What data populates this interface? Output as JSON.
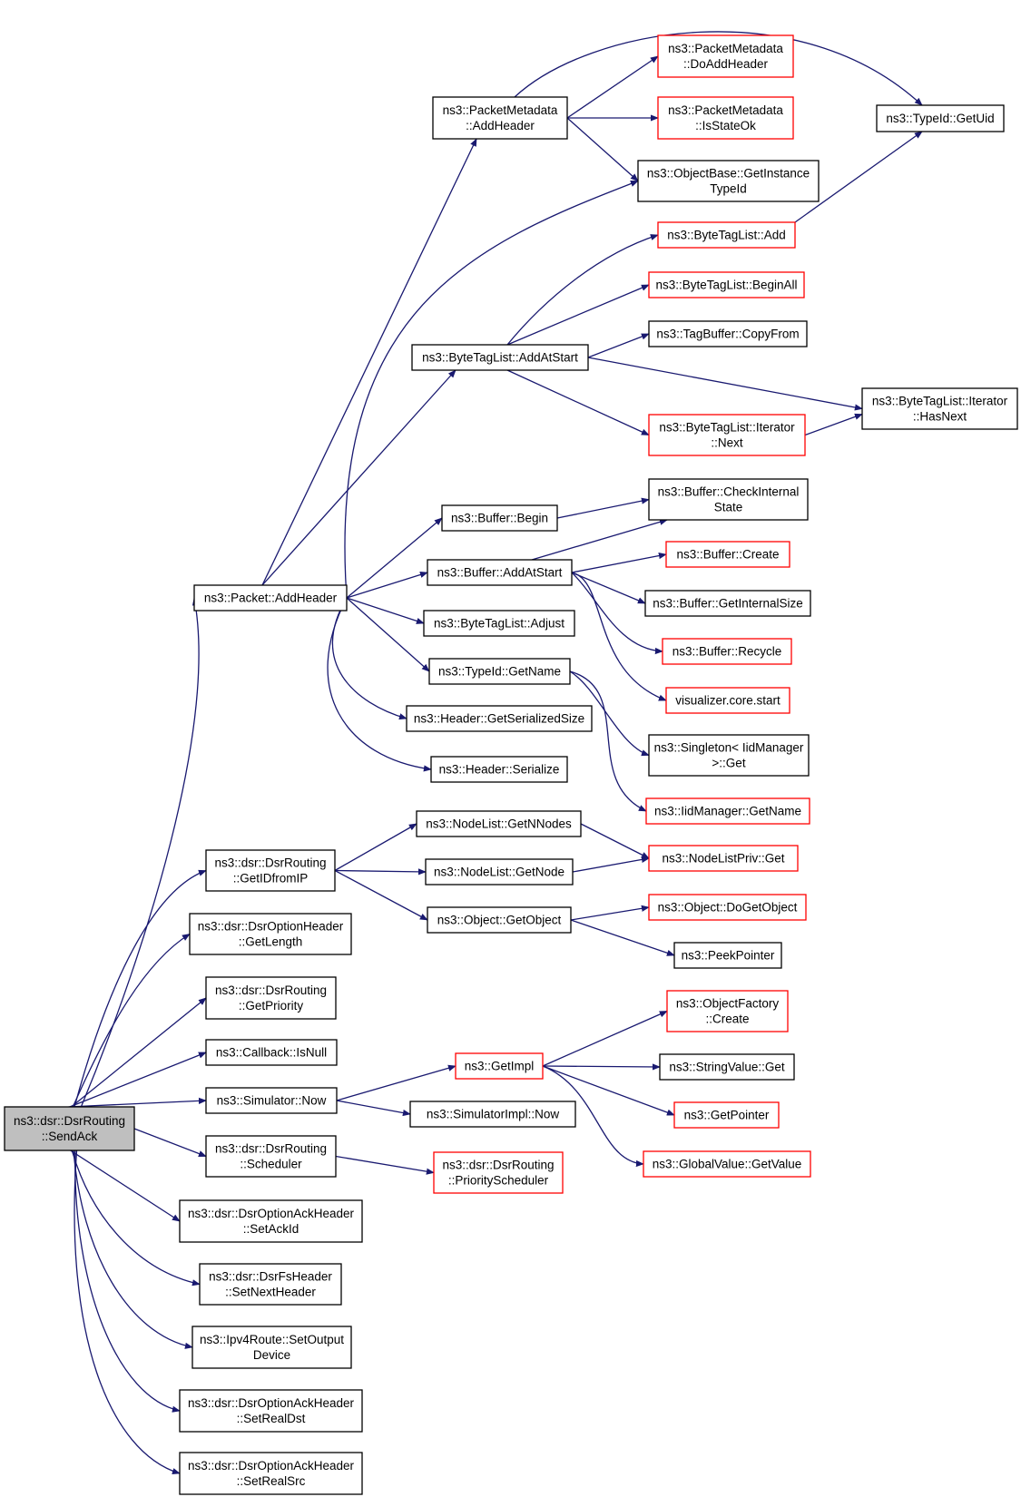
{
  "colors": {
    "edge": "#191970",
    "normal_border": "#000000",
    "truncated_border": "#ff0000",
    "root_fill": "#bfbfbf",
    "node_fill": "#ffffff",
    "text": "#000000"
  },
  "nodes": [
    {
      "id": "send-ack",
      "lines": [
        "ns3::dsr::DsrRouting",
        "::SendAck"
      ],
      "kind": "root"
    },
    {
      "id": "packet-add-header",
      "lines": [
        "ns3::Packet::AddHeader"
      ],
      "kind": "normal"
    },
    {
      "id": "getid-from-ip",
      "lines": [
        "ns3::dsr::DsrRouting",
        "::GetIDfromIP"
      ],
      "kind": "normal"
    },
    {
      "id": "option-header-getlength",
      "lines": [
        "ns3::dsr::DsrOptionHeader",
        "::GetLength"
      ],
      "kind": "normal"
    },
    {
      "id": "dsr-get-priority",
      "lines": [
        "ns3::dsr::DsrRouting",
        "::GetPriority"
      ],
      "kind": "normal"
    },
    {
      "id": "callback-isnull",
      "lines": [
        "ns3::Callback::IsNull"
      ],
      "kind": "normal"
    },
    {
      "id": "simulator-now",
      "lines": [
        "ns3::Simulator::Now"
      ],
      "kind": "normal"
    },
    {
      "id": "dsr-scheduler",
      "lines": [
        "ns3::dsr::DsrRouting",
        "::Scheduler"
      ],
      "kind": "normal"
    },
    {
      "id": "set-ack-id",
      "lines": [
        "ns3::dsr::DsrOptionAckHeader",
        "::SetAckId"
      ],
      "kind": "normal"
    },
    {
      "id": "set-next-header",
      "lines": [
        "ns3::dsr::DsrFsHeader",
        "::SetNextHeader"
      ],
      "kind": "normal"
    },
    {
      "id": "set-output-device",
      "lines": [
        "ns3::Ipv4Route::SetOutput",
        "Device"
      ],
      "kind": "normal"
    },
    {
      "id": "set-real-dst",
      "lines": [
        "ns3::dsr::DsrOptionAckHeader",
        "::SetRealDst"
      ],
      "kind": "normal"
    },
    {
      "id": "set-real-src",
      "lines": [
        "ns3::dsr::DsrOptionAckHeader",
        "::SetRealSrc"
      ],
      "kind": "normal"
    },
    {
      "id": "packetmetadata-addheader",
      "lines": [
        "ns3::PacketMetadata",
        "::AddHeader"
      ],
      "kind": "normal"
    },
    {
      "id": "packetmetadata-doaddheader",
      "lines": [
        "ns3::PacketMetadata",
        "::DoAddHeader"
      ],
      "kind": "truncated"
    },
    {
      "id": "packetmetadata-isstateok",
      "lines": [
        "ns3::PacketMetadata",
        "::IsStateOk"
      ],
      "kind": "truncated"
    },
    {
      "id": "typeid-getuid",
      "lines": [
        "ns3::TypeId::GetUid"
      ],
      "kind": "normal"
    },
    {
      "id": "objectbase-getinstancetypeid",
      "lines": [
        "ns3::ObjectBase::GetInstance",
        "TypeId"
      ],
      "kind": "normal"
    },
    {
      "id": "bytetaglist-add",
      "lines": [
        "ns3::ByteTagList::Add"
      ],
      "kind": "truncated"
    },
    {
      "id": "bytetaglist-beginall",
      "lines": [
        "ns3::ByteTagList::BeginAll"
      ],
      "kind": "truncated"
    },
    {
      "id": "tagbuffer-copyfrom",
      "lines": [
        "ns3::TagBuffer::CopyFrom"
      ],
      "kind": "normal"
    },
    {
      "id": "bytetaglist-addatstart",
      "lines": [
        "ns3::ByteTagList::AddAtStart"
      ],
      "kind": "normal"
    },
    {
      "id": "iterator-hasnext",
      "lines": [
        "ns3::ByteTagList::Iterator",
        "::HasNext"
      ],
      "kind": "normal"
    },
    {
      "id": "iterator-next",
      "lines": [
        "ns3::ByteTagList::Iterator",
        "::Next"
      ],
      "kind": "truncated"
    },
    {
      "id": "buffer-begin",
      "lines": [
        "ns3::Buffer::Begin"
      ],
      "kind": "normal"
    },
    {
      "id": "buffer-checkinternalstate",
      "lines": [
        "ns3::Buffer::CheckInternal",
        "State"
      ],
      "kind": "normal"
    },
    {
      "id": "buffer-create",
      "lines": [
        "ns3::Buffer::Create"
      ],
      "kind": "truncated"
    },
    {
      "id": "buffer-addatstart",
      "lines": [
        "ns3::Buffer::AddAtStart"
      ],
      "kind": "normal"
    },
    {
      "id": "buffer-getinternalsize",
      "lines": [
        "ns3::Buffer::GetInternalSize"
      ],
      "kind": "normal"
    },
    {
      "id": "bytetaglist-adjust",
      "lines": [
        "ns3::ByteTagList::Adjust"
      ],
      "kind": "normal"
    },
    {
      "id": "buffer-recycle",
      "lines": [
        "ns3::Buffer::Recycle"
      ],
      "kind": "truncated"
    },
    {
      "id": "typeid-getname",
      "lines": [
        "ns3::TypeId::GetName"
      ],
      "kind": "normal"
    },
    {
      "id": "visualizer-core-start",
      "lines": [
        "visualizer.core.start"
      ],
      "kind": "truncated"
    },
    {
      "id": "header-getserializedsize",
      "lines": [
        "ns3::Header::GetSerializedSize"
      ],
      "kind": "normal"
    },
    {
      "id": "singleton-get",
      "lines": [
        "ns3::Singleton< IidManager",
        ">::Get"
      ],
      "kind": "normal"
    },
    {
      "id": "header-serialize",
      "lines": [
        "ns3::Header::Serialize"
      ],
      "kind": "normal"
    },
    {
      "id": "iidmanager-getname",
      "lines": [
        "ns3::IidManager::GetName"
      ],
      "kind": "truncated"
    },
    {
      "id": "nodelist-getnnodes",
      "lines": [
        "ns3::NodeList::GetNNodes"
      ],
      "kind": "normal"
    },
    {
      "id": "nodelistpriv-get",
      "lines": [
        "ns3::NodeListPriv::Get"
      ],
      "kind": "truncated"
    },
    {
      "id": "nodelist-getnode",
      "lines": [
        "ns3::NodeList::GetNode"
      ],
      "kind": "normal"
    },
    {
      "id": "object-getobject",
      "lines": [
        "ns3::Object::GetObject"
      ],
      "kind": "normal"
    },
    {
      "id": "object-dogetobject",
      "lines": [
        "ns3::Object::DoGetObject"
      ],
      "kind": "truncated"
    },
    {
      "id": "peekpointer",
      "lines": [
        "ns3::PeekPointer"
      ],
      "kind": "normal"
    },
    {
      "id": "objectfactory-create",
      "lines": [
        "ns3::ObjectFactory",
        "::Create"
      ],
      "kind": "truncated"
    },
    {
      "id": "getimpl",
      "lines": [
        "ns3::GetImpl"
      ],
      "kind": "truncated"
    },
    {
      "id": "stringvalue-get",
      "lines": [
        "ns3::StringValue::Get"
      ],
      "kind": "normal"
    },
    {
      "id": "simulatorimpl-now",
      "lines": [
        "ns3::SimulatorImpl::Now"
      ],
      "kind": "normal"
    },
    {
      "id": "getpointer",
      "lines": [
        "ns3::GetPointer"
      ],
      "kind": "truncated"
    },
    {
      "id": "dsr-priorityscheduler",
      "lines": [
        "ns3::dsr::DsrRouting",
        "::PriorityScheduler"
      ],
      "kind": "truncated"
    },
    {
      "id": "globalvalue-getvalue",
      "lines": [
        "ns3::GlobalValue::GetValue"
      ],
      "kind": "truncated"
    }
  ],
  "edges": [
    [
      "send-ack",
      "packet-add-header"
    ],
    [
      "send-ack",
      "getid-from-ip"
    ],
    [
      "send-ack",
      "option-header-getlength"
    ],
    [
      "send-ack",
      "dsr-get-priority"
    ],
    [
      "send-ack",
      "callback-isnull"
    ],
    [
      "send-ack",
      "simulator-now"
    ],
    [
      "send-ack",
      "dsr-scheduler"
    ],
    [
      "send-ack",
      "set-ack-id"
    ],
    [
      "send-ack",
      "set-next-header"
    ],
    [
      "send-ack",
      "set-output-device"
    ],
    [
      "send-ack",
      "set-real-dst"
    ],
    [
      "send-ack",
      "set-real-src"
    ],
    [
      "packet-add-header",
      "packetmetadata-addheader"
    ],
    [
      "packet-add-header",
      "objectbase-getinstancetypeid"
    ],
    [
      "packet-add-header",
      "bytetaglist-addatstart"
    ],
    [
      "packet-add-header",
      "buffer-begin"
    ],
    [
      "packet-add-header",
      "buffer-addatstart"
    ],
    [
      "packet-add-header",
      "bytetaglist-adjust"
    ],
    [
      "packet-add-header",
      "typeid-getname"
    ],
    [
      "packet-add-header",
      "header-getserializedsize"
    ],
    [
      "packet-add-header",
      "header-serialize"
    ],
    [
      "packetmetadata-addheader",
      "packetmetadata-doaddheader"
    ],
    [
      "packetmetadata-addheader",
      "packetmetadata-isstateok"
    ],
    [
      "packetmetadata-addheader",
      "objectbase-getinstancetypeid"
    ],
    [
      "packetmetadata-addheader",
      "typeid-getuid"
    ],
    [
      "bytetaglist-add",
      "typeid-getuid"
    ],
    [
      "bytetaglist-addatstart",
      "bytetaglist-add"
    ],
    [
      "bytetaglist-addatstart",
      "bytetaglist-beginall"
    ],
    [
      "bytetaglist-addatstart",
      "tagbuffer-copyfrom"
    ],
    [
      "bytetaglist-addatstart",
      "iterator-hasnext"
    ],
    [
      "bytetaglist-addatstart",
      "iterator-next"
    ],
    [
      "iterator-next",
      "iterator-hasnext"
    ],
    [
      "buffer-begin",
      "buffer-checkinternalstate"
    ],
    [
      "buffer-addatstart",
      "buffer-checkinternalstate"
    ],
    [
      "buffer-addatstart",
      "buffer-create"
    ],
    [
      "buffer-addatstart",
      "buffer-getinternalsize"
    ],
    [
      "buffer-addatstart",
      "buffer-recycle"
    ],
    [
      "buffer-addatstart",
      "visualizer-core-start"
    ],
    [
      "typeid-getname",
      "singleton-get"
    ],
    [
      "typeid-getname",
      "iidmanager-getname"
    ],
    [
      "getid-from-ip",
      "nodelist-getnnodes"
    ],
    [
      "getid-from-ip",
      "nodelist-getnode"
    ],
    [
      "getid-from-ip",
      "object-getobject"
    ],
    [
      "nodelist-getnnodes",
      "nodelistpriv-get"
    ],
    [
      "nodelist-getnode",
      "nodelistpriv-get"
    ],
    [
      "object-getobject",
      "object-dogetobject"
    ],
    [
      "object-getobject",
      "peekpointer"
    ],
    [
      "simulator-now",
      "getimpl"
    ],
    [
      "simulator-now",
      "simulatorimpl-now"
    ],
    [
      "getimpl",
      "objectfactory-create"
    ],
    [
      "getimpl",
      "stringvalue-get"
    ],
    [
      "getimpl",
      "getpointer"
    ],
    [
      "getimpl",
      "globalvalue-getvalue"
    ],
    [
      "dsr-scheduler",
      "dsr-priorityscheduler"
    ]
  ]
}
